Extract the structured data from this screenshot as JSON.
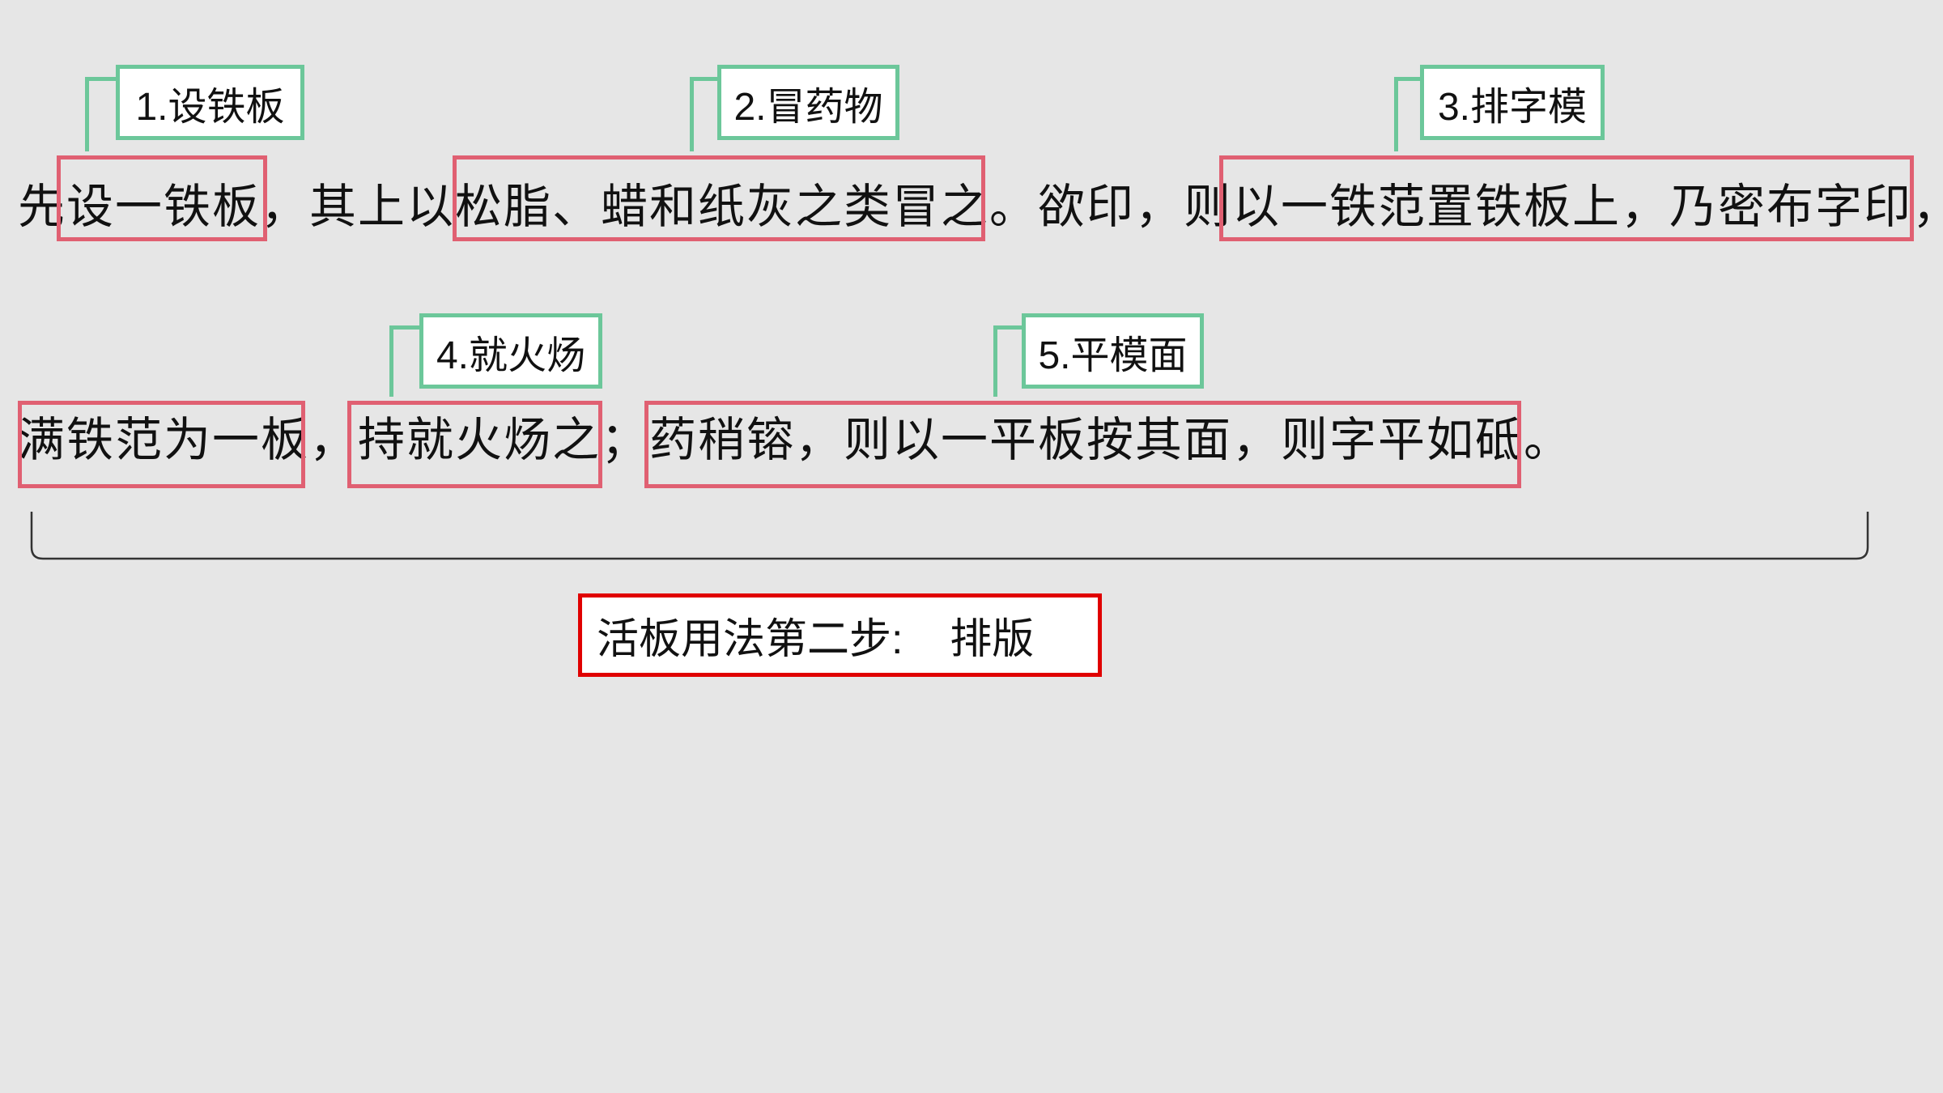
{
  "passage": {
    "line1": "先设一铁板，其上以松脂、蜡和纸灰之类冒之。欲印，则以一铁范置铁板上，乃密布字印，",
    "line2": "满铁范为一板，持就火炀之；药稍镕，则以一平板按其面，则字平如砥。"
  },
  "steps": [
    {
      "label": "1.设铁板"
    },
    {
      "label": "2.冒药物"
    },
    {
      "label": "3.排字模"
    },
    {
      "label": "4.就火炀"
    },
    {
      "label": "5.平模面"
    }
  ],
  "caption": {
    "text": "活板用法第二步:    排版"
  },
  "colors": {
    "background": "#e6e6e6",
    "step_label_border": "#6cc79a",
    "highlight_border": "#e06072",
    "caption_border": "#e00000"
  }
}
